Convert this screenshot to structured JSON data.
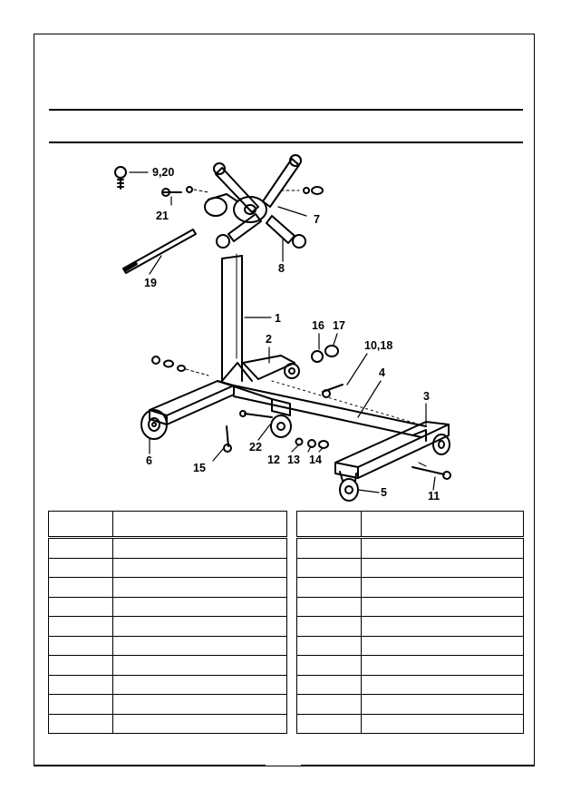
{
  "diagram": {
    "part_labels": {
      "p1": "1",
      "p2": "2",
      "p3": "3",
      "p4": "4",
      "p5": "5",
      "p6": "6",
      "p7": "7",
      "p8": "8",
      "p9_20": "9,20",
      "p10_18": "10,18",
      "p11": "11",
      "p12": "12",
      "p13": "13",
      "p14": "14",
      "p15": "15",
      "p16": "16",
      "p17": "17",
      "p19": "19",
      "p21": "21",
      "p22": "22"
    }
  },
  "parts_table_left": {
    "rows": 11
  },
  "parts_table_right": {
    "rows": 11
  }
}
